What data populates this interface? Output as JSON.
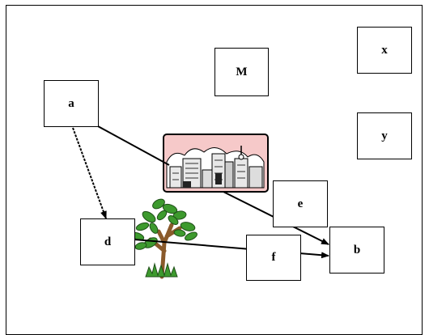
{
  "nodes": {
    "a": "a",
    "M": "M",
    "x": "x",
    "y": "y",
    "e": "e",
    "d": "d",
    "f": "f",
    "b": "b"
  },
  "clipart": {
    "city": "city-skyline-icon",
    "tree": "tree-icon"
  },
  "colors": {
    "sky": "#f6c9c9",
    "building": "#e8e8e8",
    "leaf": "#3d9a2e",
    "trunk": "#8a5a2b",
    "line": "#000000"
  }
}
